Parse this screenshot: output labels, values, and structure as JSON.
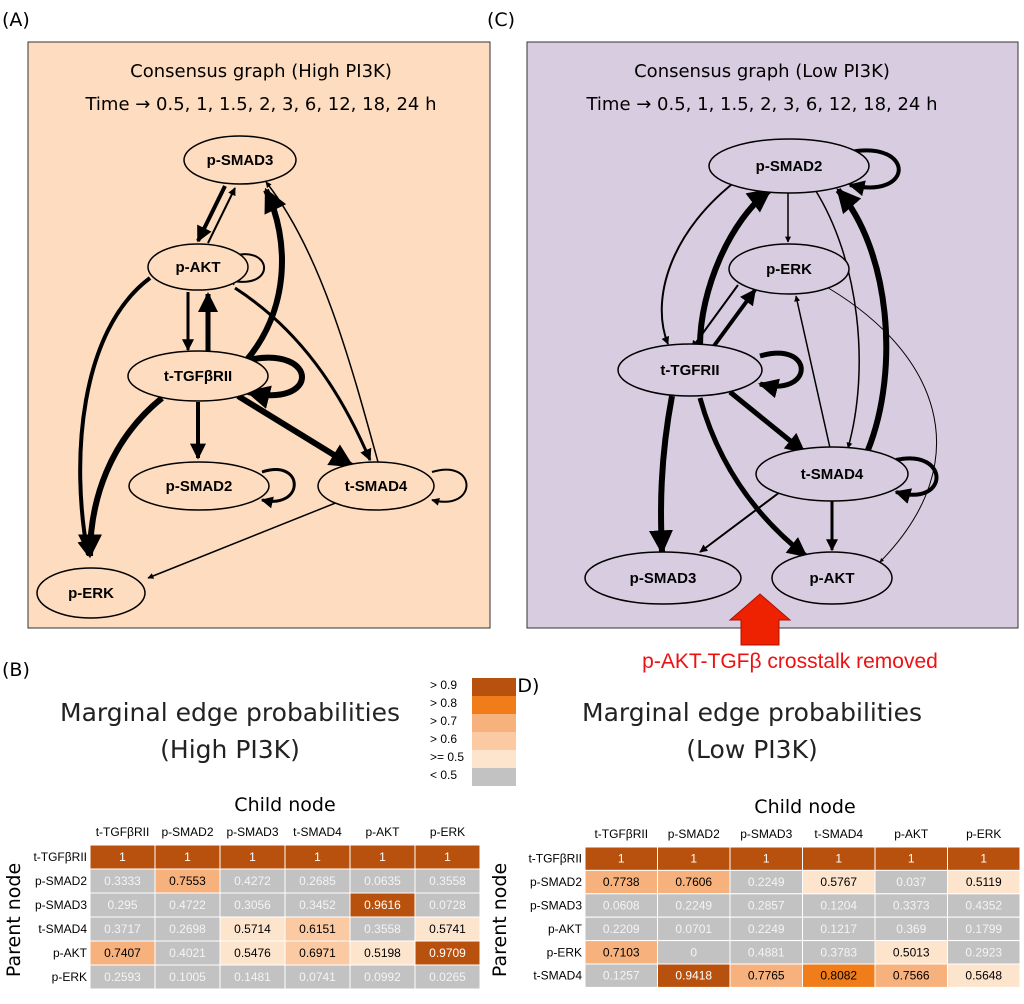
{
  "panel_a": {
    "letter": "(A)",
    "title_line1": "Consensus graph (High PI3K)",
    "title_line2": "Time → 0.5, 1, 1.5, 2, 3, 6, 12, 18, 24 h",
    "bg_color": "#fddcbf",
    "nodes": [
      "p-SMAD3",
      "p-AKT",
      "t-TGFβRII",
      "p-SMAD2",
      "t-SMAD4",
      "p-ERK"
    ]
  },
  "panel_c": {
    "letter": "(C)",
    "title_line1": "Consensus graph (Low PI3K)",
    "title_line2": "Time → 0.5, 1, 1.5, 2, 3, 6, 12, 18, 24 h",
    "bg_color": "#d8cde0",
    "nodes": [
      "p-SMAD2",
      "p-ERK",
      "t-TGFRII",
      "t-SMAD4",
      "p-SMAD3",
      "p-AKT"
    ],
    "annotation": "p-AKT-TGFβ crosstalk removed",
    "annotation_color": "#ee1111"
  },
  "panel_b": {
    "letter": "(B)",
    "title_line1": "Marginal edge probabilities",
    "title_line2": "(High PI3K)",
    "child_label": "Child node",
    "parent_label": "Parent node",
    "columns": [
      "t-TGFβRII",
      "p-SMAD2",
      "p-SMAD3",
      "t-SMAD4",
      "p-AKT",
      "p-ERK"
    ],
    "rows": [
      {
        "name": "t-TGFβRII",
        "values": [
          "1",
          "1",
          "1",
          "1",
          "1",
          "1"
        ]
      },
      {
        "name": "p-SMAD2",
        "values": [
          "0.3333",
          "0.7553",
          "0.4272",
          "0.2685",
          "0.0635",
          "0.3558"
        ]
      },
      {
        "name": "p-SMAD3",
        "values": [
          "0.295",
          "0.4722",
          "0.3056",
          "0.3452",
          "0.9616",
          "0.0728"
        ]
      },
      {
        "name": "t-SMAD4",
        "values": [
          "0.3717",
          "0.2698",
          "0.5714",
          "0.6151",
          "0.3558",
          "0.5741"
        ]
      },
      {
        "name": "p-AKT",
        "values": [
          "0.7407",
          "0.4021",
          "0.5476",
          "0.6971",
          "0.5198",
          "0.9709"
        ]
      },
      {
        "name": "p-ERK",
        "values": [
          "0.2593",
          "0.1005",
          "0.1481",
          "0.0741",
          "0.0992",
          "0.0265"
        ]
      }
    ]
  },
  "panel_d": {
    "letter": "(D)",
    "title_line1": "Marginal edge probabilities",
    "title_line2": "(Low PI3K)",
    "child_label": "Child node",
    "parent_label": "Parent node",
    "columns": [
      "t-TGFβRII",
      "p-SMAD2",
      "p-SMAD3",
      "t-SMAD4",
      "p-AKT",
      "p-ERK"
    ],
    "rows": [
      {
        "name": "t-TGFβRII",
        "values": [
          "1",
          "1",
          "1",
          "1",
          "1",
          "1"
        ]
      },
      {
        "name": "p-SMAD2",
        "values": [
          "0.7738",
          "0.7606",
          "0.2249",
          "0.5767",
          "0.037",
          "0.5119"
        ]
      },
      {
        "name": "p-SMAD3",
        "values": [
          "0.0608",
          "0.2249",
          "0.2857",
          "0.1204",
          "0.3373",
          "0.4352"
        ]
      },
      {
        "name": "p-AKT",
        "values": [
          "0.2209",
          "0.0701",
          "0.2249",
          "0.1217",
          "0.369",
          "0.1799"
        ]
      },
      {
        "name": "p-ERK",
        "values": [
          "0.7103",
          "0",
          "0.4881",
          "0.3783",
          "0.5013",
          "0.2923"
        ]
      },
      {
        "name": "t-SMAD4",
        "values": [
          "0.1257",
          "0.9418",
          "0.7765",
          "0.8082",
          "0.7566",
          "0.5648"
        ]
      }
    ]
  },
  "legend": {
    "items": [
      {
        "label": "> 0.9",
        "color": "#b8510d"
      },
      {
        "label": "> 0.8",
        "color": "#f07d1a"
      },
      {
        "label": "> 0.7",
        "color": "#f7b17c"
      },
      {
        "label": "> 0.6",
        "color": "#fbc9a2"
      },
      {
        "label": ">= 0.5",
        "color": "#fde4cd"
      },
      {
        "label": "< 0.5",
        "color": "#c2c2c2"
      }
    ]
  }
}
